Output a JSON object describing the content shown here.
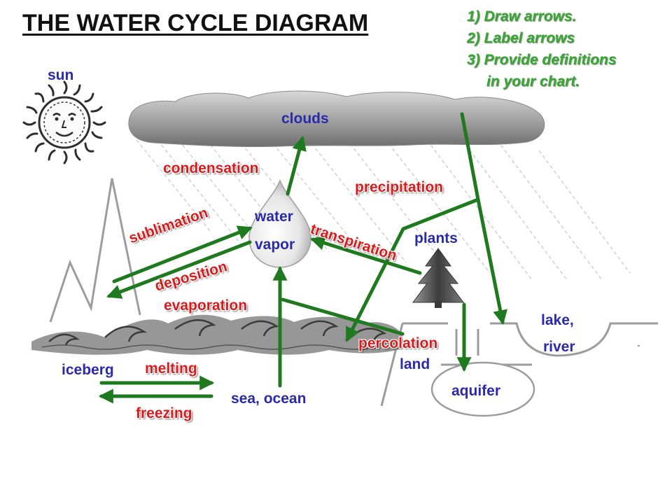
{
  "title": "THE WATER CYCLE DIAGRAM",
  "instructions": {
    "step1": "1) Draw arrows.",
    "step2": "2) Label arrows",
    "step3_line1": "3) Provide definitions",
    "step3_line2": "in your chart."
  },
  "labels": {
    "sun": "sun",
    "clouds": "clouds",
    "water": "water",
    "vapor": "vapor",
    "plants": "plants",
    "lake": "lake,",
    "river": "river",
    "iceberg": "iceberg",
    "sea_ocean": "sea, ocean",
    "land": "land",
    "aquifer": "aquifer"
  },
  "processes": {
    "condensation": "condensation",
    "precipitation": "precipitation",
    "sublimation": "sublimation",
    "deposition": "deposition",
    "transpiration": "transpiration",
    "evaporation": "evaporation",
    "percolation": "percolation",
    "melting": "melting",
    "freezing": "freezing"
  },
  "colors": {
    "arrow": "#1f7a1f",
    "process_text": "#d61c1c",
    "label_text": "#2a2aaa",
    "instruction_text": "#35a82f"
  }
}
